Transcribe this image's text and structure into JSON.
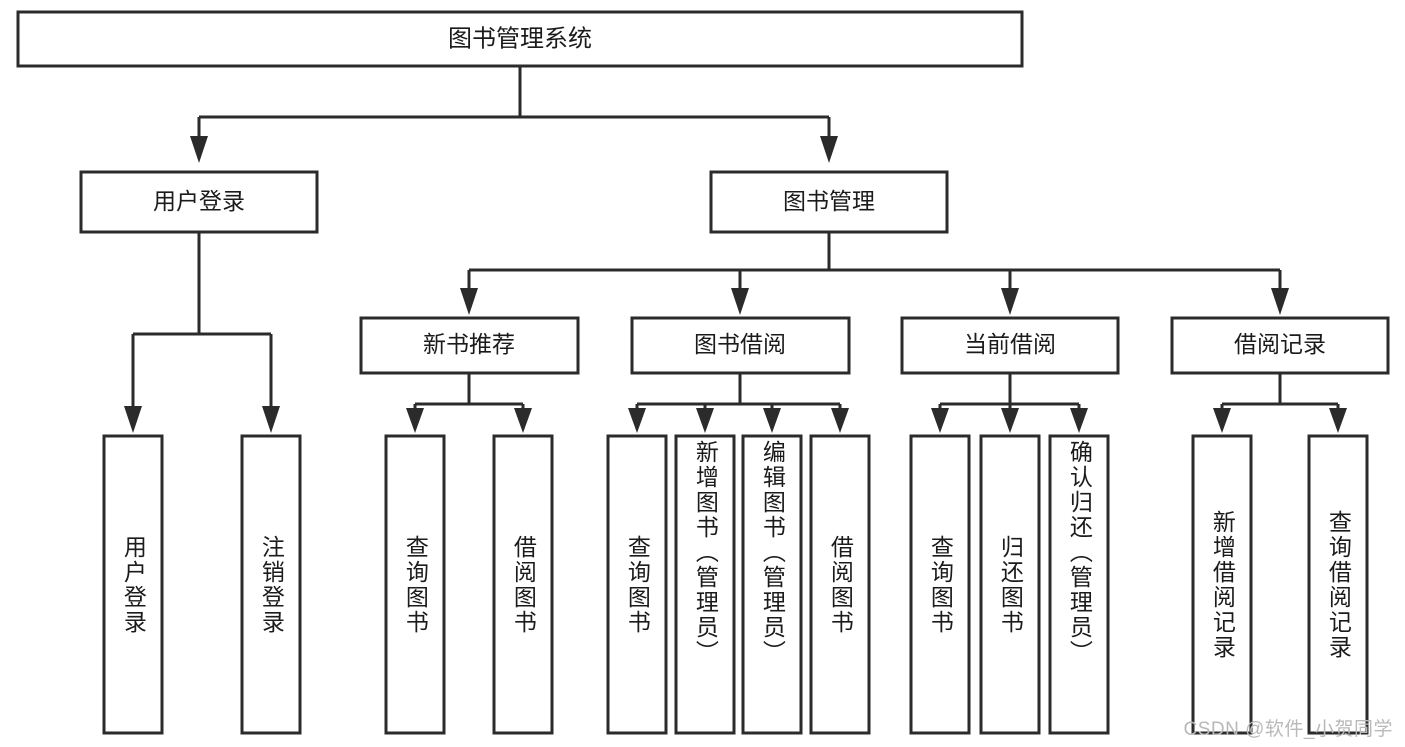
{
  "diagram": {
    "title": "图书管理系统",
    "type": "hierarchy-tree",
    "orientation": "top-down",
    "levels": 4,
    "root": {
      "label": "图书管理系统",
      "children": [
        {
          "label": "用户登录",
          "children": [
            {
              "label": "用户登录"
            },
            {
              "label": "注销登录"
            }
          ]
        },
        {
          "label": "图书管理",
          "children": [
            {
              "label": "新书推荐",
              "children": [
                {
                  "label": "查询图书"
                },
                {
                  "label": "借阅图书"
                }
              ]
            },
            {
              "label": "图书借阅",
              "children": [
                {
                  "label": "查询图书"
                },
                {
                  "label": "新增图书（管理员）"
                },
                {
                  "label": "编辑图书（管理员）"
                },
                {
                  "label": "借阅图书"
                }
              ]
            },
            {
              "label": "当前借阅",
              "children": [
                {
                  "label": "查询图书"
                },
                {
                  "label": "归还图书"
                },
                {
                  "label": "确认归还（管理员）"
                }
              ]
            },
            {
              "label": "借阅记录",
              "children": [
                {
                  "label": "新增借阅记录"
                },
                {
                  "label": "查询借阅记录"
                }
              ]
            }
          ]
        }
      ]
    }
  },
  "nodes": {
    "root": "图书管理系统",
    "l2_user_login": "用户登录",
    "l2_book_mgmt": "图书管理",
    "l3_new_book_rec": "新书推荐",
    "l3_book_borrow": "图书借阅",
    "l3_current_borrow": "当前借阅",
    "l3_borrow_record": "借阅记录",
    "leaf_user_login": "用户登录",
    "leaf_logout": "注销登录",
    "leaf_rec_query": "查询图书",
    "leaf_rec_borrow": "借阅图书",
    "leaf_borrow_query": "查询图书",
    "leaf_borrow_add": "新增图书（管理员）",
    "leaf_borrow_edit": "编辑图书（管理员）",
    "leaf_borrow_do": "借阅图书",
    "leaf_cur_query": "查询图书",
    "leaf_cur_return": "归还图书",
    "leaf_cur_confirm": "确认归还（管理员）",
    "leaf_rec_add": "新增借阅记录",
    "leaf_rec_query2": "查询借阅记录"
  },
  "style": {
    "box_fill": "#ffffff",
    "box_stroke": "#2b2b2b",
    "text_color": "#1b1b1b",
    "background": "#ffffff",
    "watermark_color": "#b9b9b9"
  },
  "watermark": {
    "text": "CSDN @软件_小贺同学"
  }
}
